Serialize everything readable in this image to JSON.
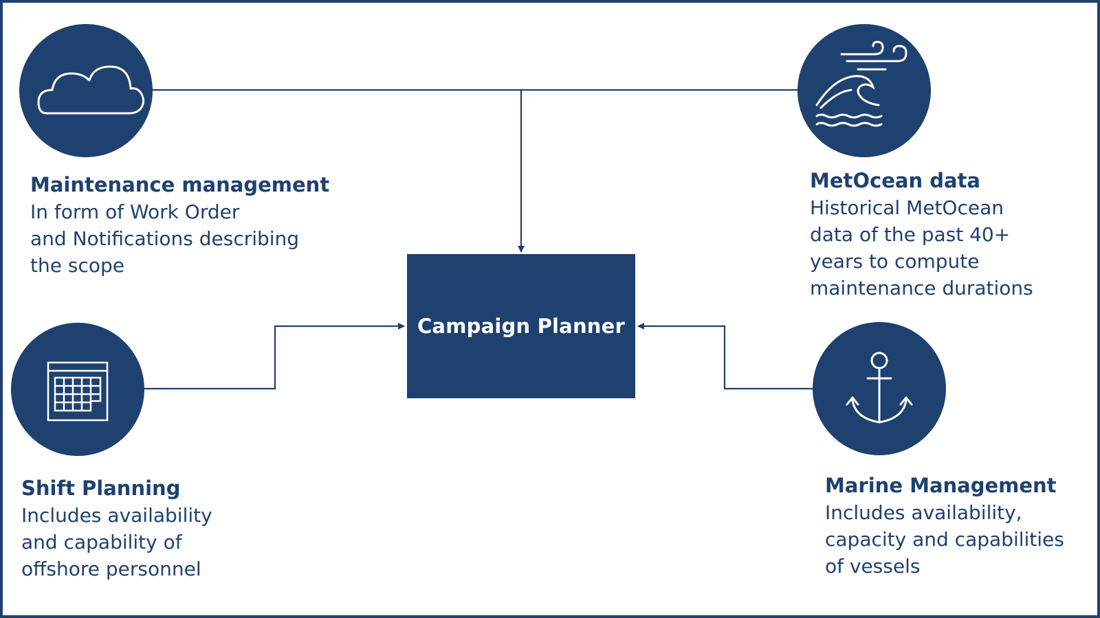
{
  "colors": {
    "primary": "#1e4170",
    "background": "#ffffff",
    "icon_stroke": "#ffffff"
  },
  "center": {
    "label": "Campaign Planner"
  },
  "nodes": [
    {
      "id": "maintenance",
      "icon": "cloud-icon",
      "title": "Maintenance management",
      "desc_lines": [
        "In form of Work Order",
        "and Notifications describing",
        "the scope"
      ]
    },
    {
      "id": "metocean",
      "icon": "wave-wind-icon",
      "title": "MetOcean data",
      "desc_lines": [
        "Historical MetOcean",
        "data of the past 40+",
        "years to compute",
        "maintenance durations"
      ]
    },
    {
      "id": "shift",
      "icon": "calendar-icon",
      "title": "Shift Planning",
      "desc_lines": [
        "Includes availability",
        "and capability of",
        "offshore personnel"
      ]
    },
    {
      "id": "marine",
      "icon": "anchor-icon",
      "title": "Marine Management",
      "desc_lines": [
        "Includes availability,",
        "capacity and capabilities",
        "of vessels"
      ]
    }
  ]
}
